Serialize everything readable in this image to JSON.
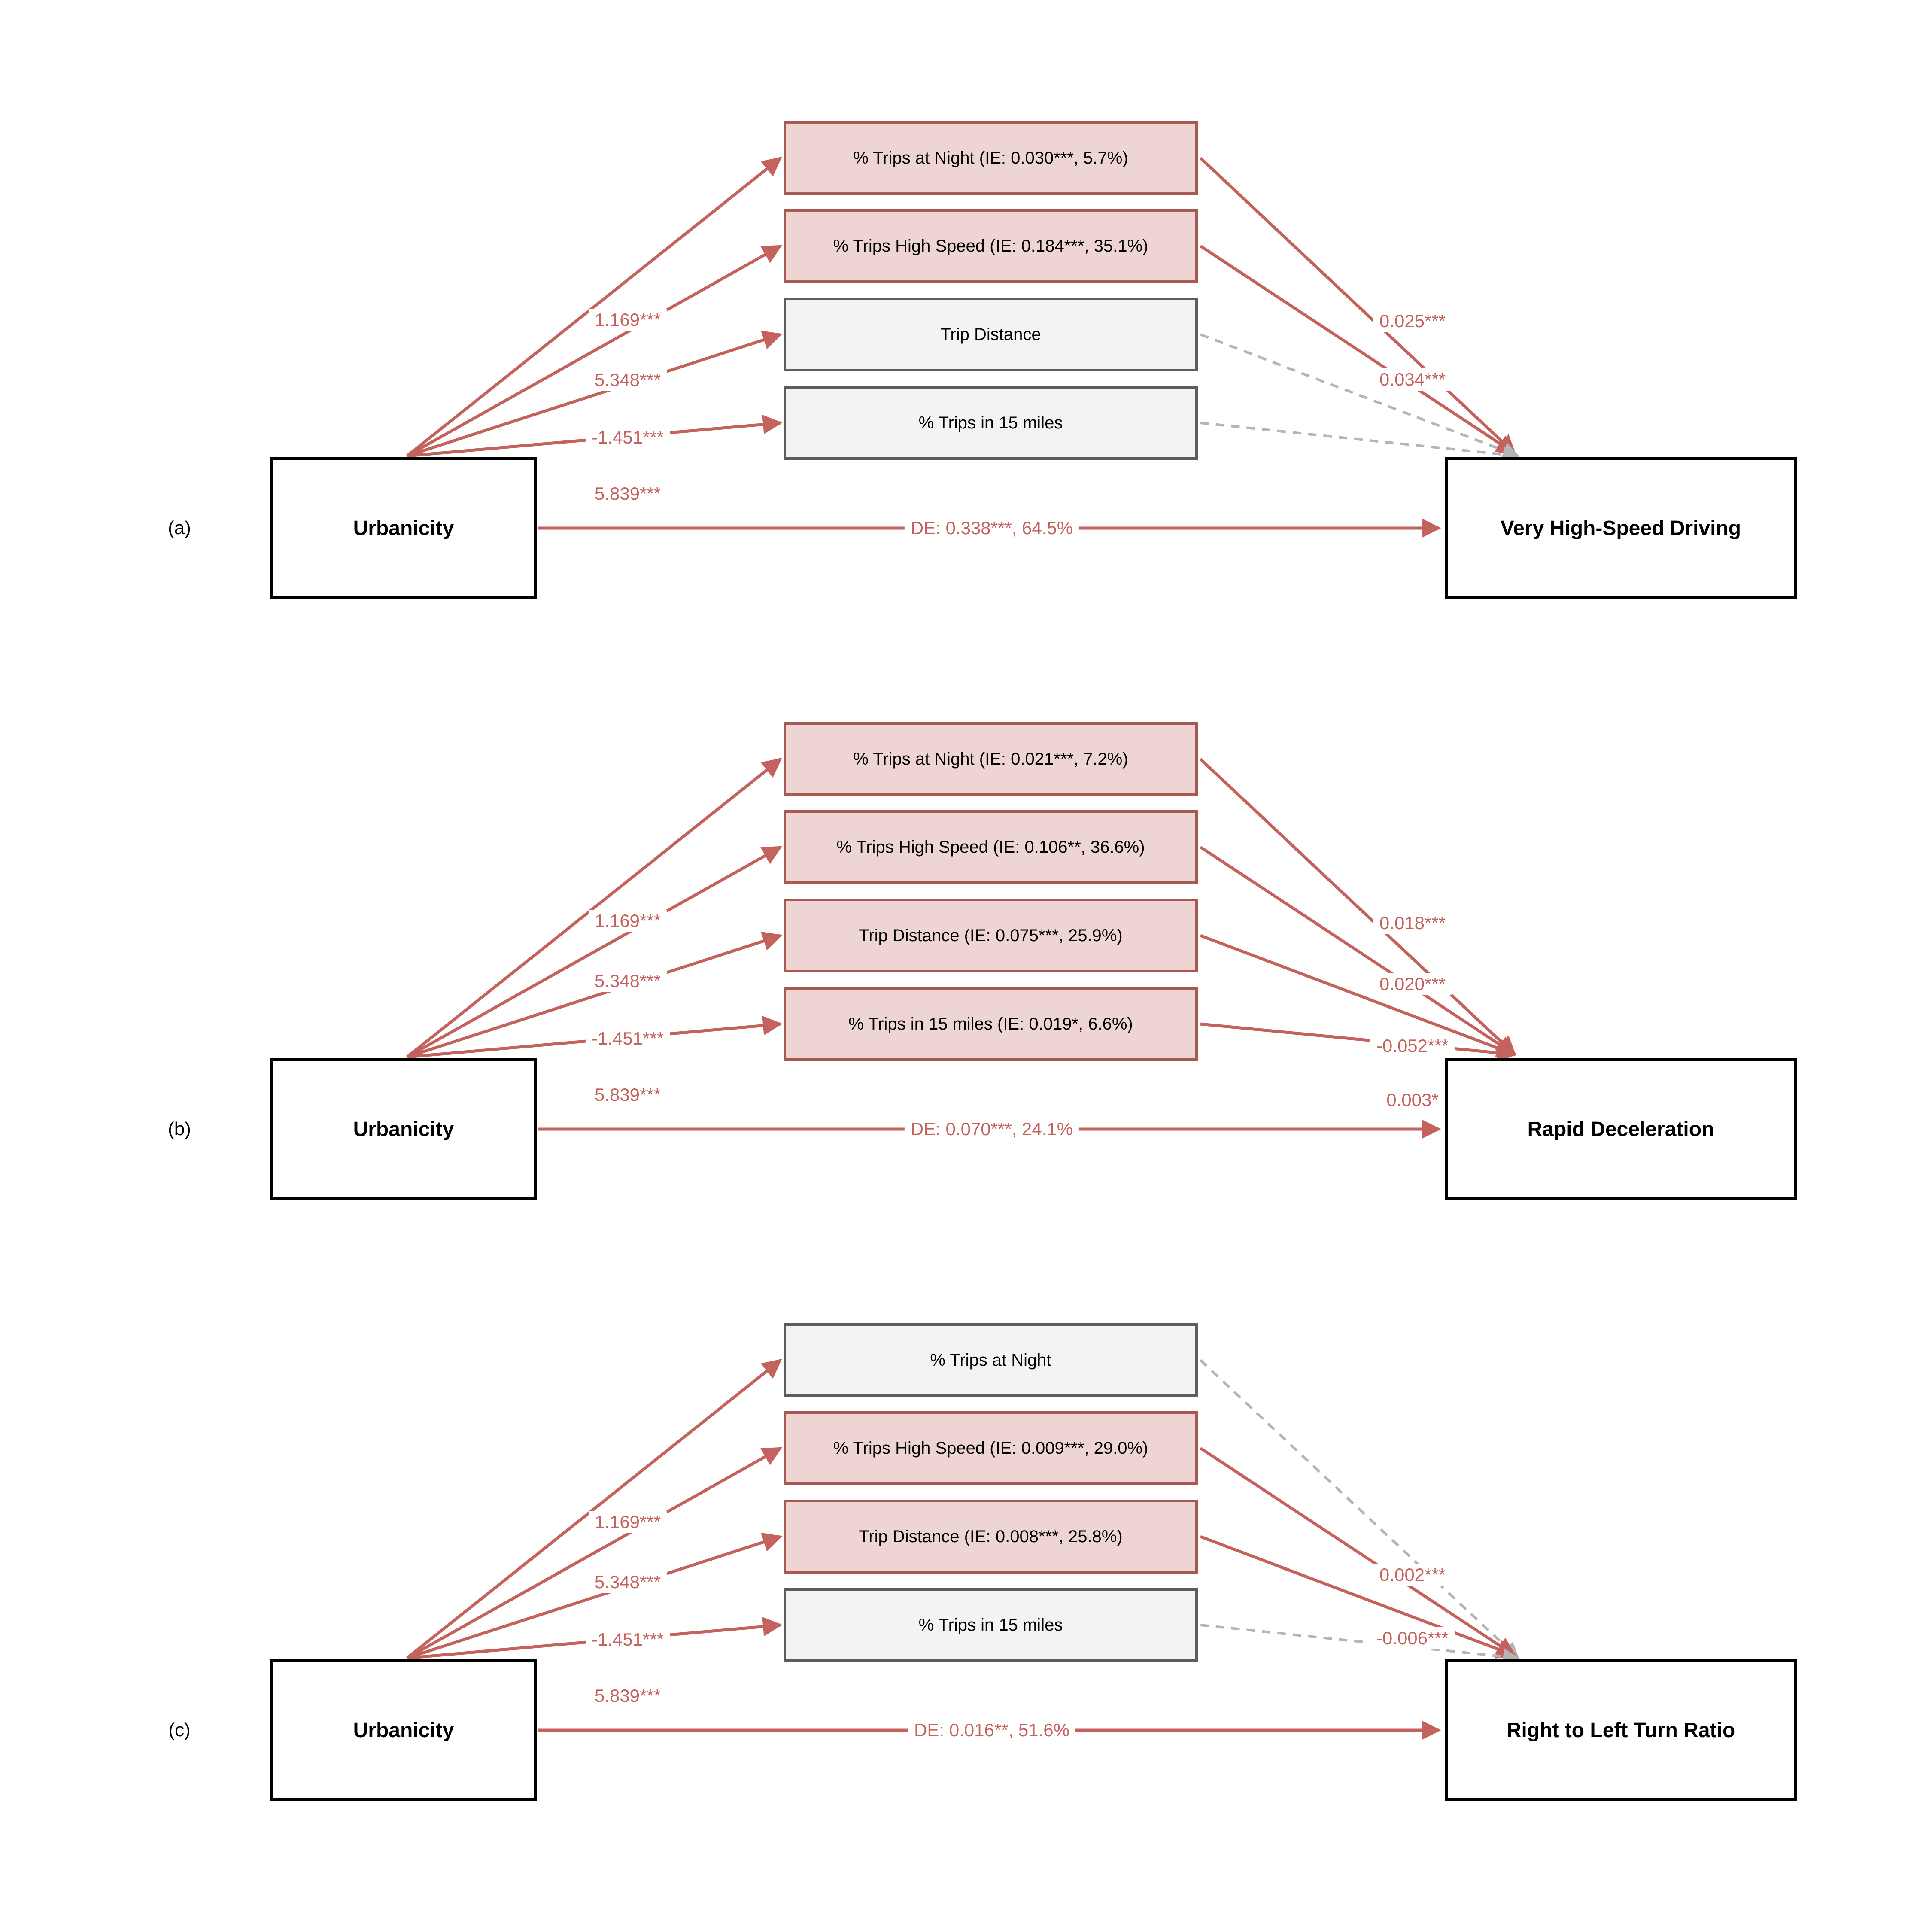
{
  "figure": {
    "colors": {
      "accent_red": "#c4625d",
      "significant_fill": "#eed5d3",
      "significant_border": "#a85a52",
      "nonsignificant_fill": "#f3f3f3",
      "nonsignificant_border": "#5d5d5d",
      "nonsignificant_path_gray": "#b5b5b5"
    },
    "panels": [
      {
        "label": "(a)",
        "exposure": "Urbanicity",
        "outcome": "Very High-Speed Driving",
        "exposure_to_mediator_coefficients": [
          "1.169***",
          "5.348***",
          "-1.451***",
          "5.839***"
        ],
        "mediators": [
          {
            "label": "% Trips at Night (IE: 0.030***, 5.7%)",
            "significant": true
          },
          {
            "label": "% Trips High Speed (IE: 0.184***, 35.1%)",
            "significant": true
          },
          {
            "label": "Trip Distance",
            "significant": false
          },
          {
            "label": "% Trips in 15 miles",
            "significant": false
          }
        ],
        "mediator_to_outcome_coefficients": [
          "0.025***",
          "0.034***"
        ],
        "direct_effect": "DE: 0.338***, 64.5%"
      },
      {
        "label": "(b)",
        "exposure": "Urbanicity",
        "outcome": "Rapid Deceleration",
        "exposure_to_mediator_coefficients": [
          "1.169***",
          "5.348***",
          "-1.451***",
          "5.839***"
        ],
        "mediators": [
          {
            "label": "% Trips at Night (IE: 0.021***, 7.2%)",
            "significant": true
          },
          {
            "label": "% Trips High Speed (IE: 0.106**, 36.6%)",
            "significant": true
          },
          {
            "label": "Trip Distance (IE: 0.075***, 25.9%)",
            "significant": true
          },
          {
            "label": "% Trips in 15 miles (IE: 0.019*, 6.6%)",
            "significant": true
          }
        ],
        "mediator_to_outcome_coefficients": [
          "0.018***",
          "0.020***",
          "-0.052***",
          "0.003*"
        ],
        "direct_effect": "DE: 0.070***, 24.1%"
      },
      {
        "label": "(c)",
        "exposure": "Urbanicity",
        "outcome": "Right to Left Turn Ratio",
        "exposure_to_mediator_coefficients": [
          "1.169***",
          "5.348***",
          "-1.451***",
          "5.839***"
        ],
        "mediators": [
          {
            "label": "% Trips at Night",
            "significant": false
          },
          {
            "label": "% Trips High Speed (IE: 0.009***, 29.0%)",
            "significant": true
          },
          {
            "label": "Trip Distance (IE: 0.008***, 25.8%)",
            "significant": true
          },
          {
            "label": "% Trips in 15 miles",
            "significant": false
          }
        ],
        "mediator_to_outcome_coefficients": [
          "0.002***",
          "-0.006***"
        ],
        "direct_effect": "DE: 0.016**, 51.6%"
      }
    ]
  }
}
